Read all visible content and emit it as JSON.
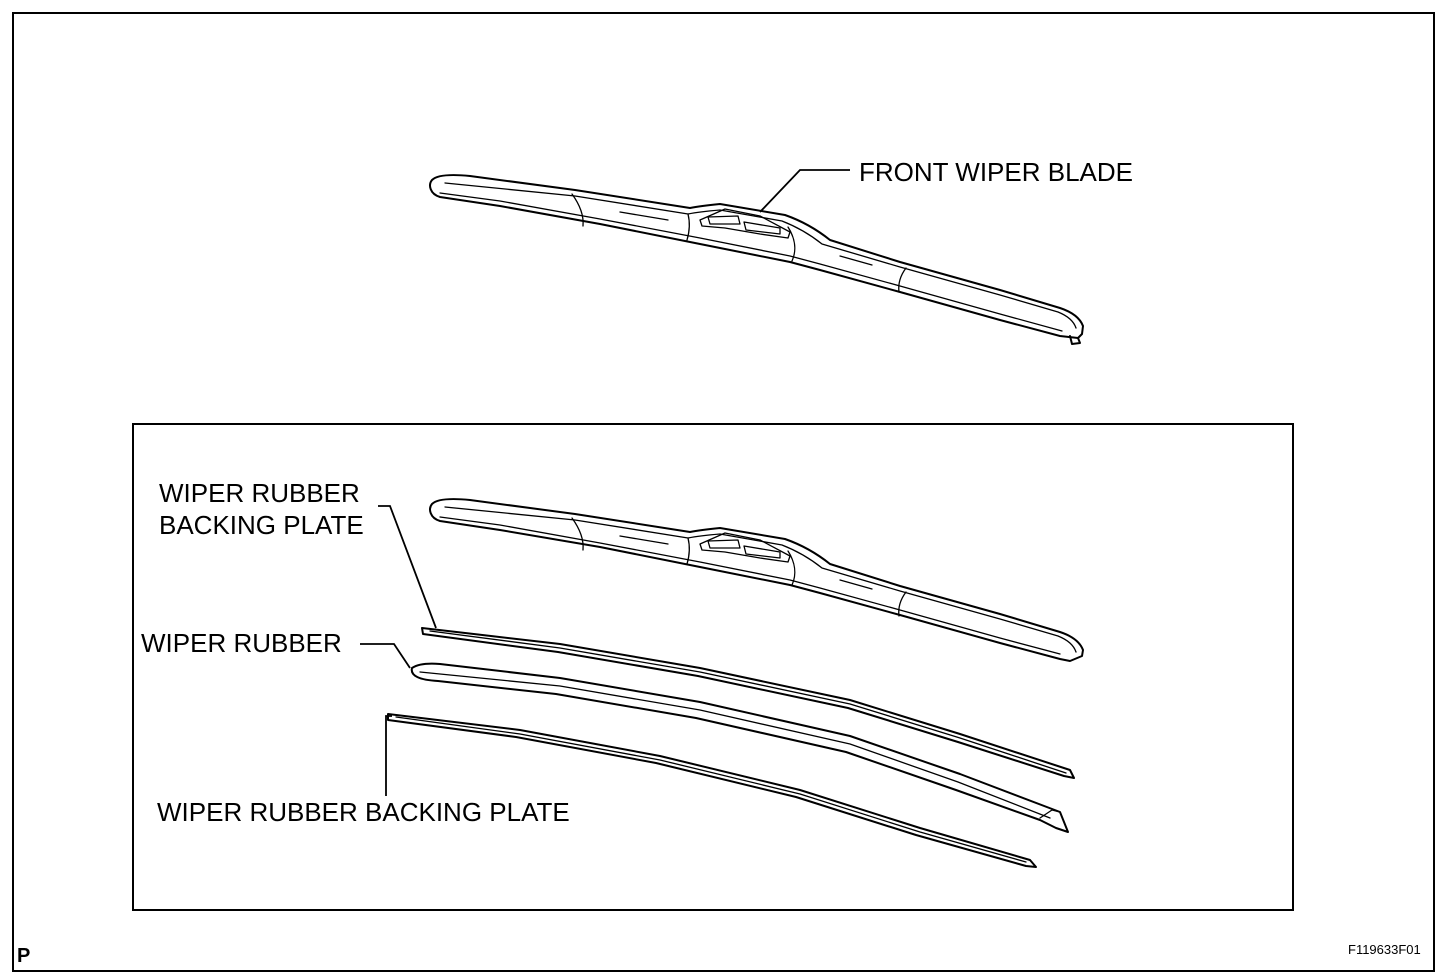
{
  "diagram": {
    "labels": {
      "front_wiper_blade": "FRONT WIPER BLADE",
      "backing_plate_upper_line1": "WIPER RUBBER",
      "backing_plate_upper_line2": "BACKING PLATE",
      "wiper_rubber": "WIPER RUBBER",
      "backing_plate_lower": "WIPER RUBBER BACKING PLATE"
    },
    "corner_mark": "P",
    "figure_id": "F119633F01",
    "colors": {
      "ink": "#000000",
      "paper": "#ffffff"
    }
  }
}
